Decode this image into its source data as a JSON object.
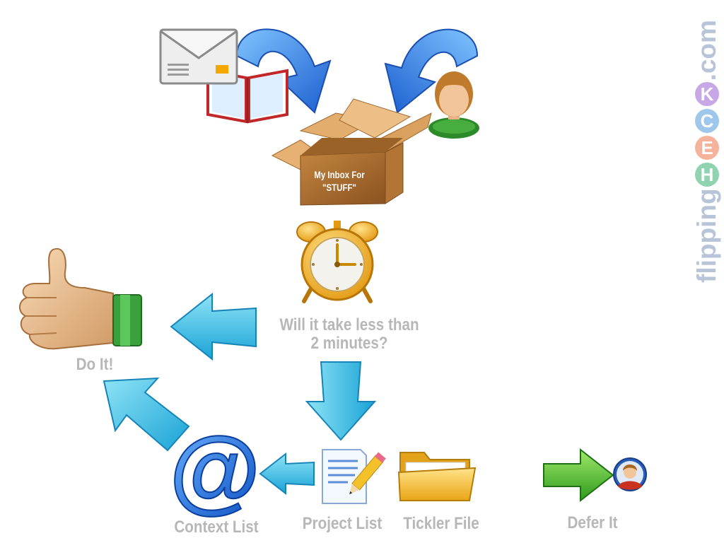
{
  "inbox": {
    "line1": "My Inbox For",
    "line2": "\"STUFF\""
  },
  "question": {
    "line1": "Will it take less than",
    "line2": "2 minutes?"
  },
  "labels": {
    "do_it": "Do It!",
    "context_list": "Context List",
    "project_list": "Project List",
    "tickler_file": "Tickler File",
    "defer_it": "Defer It"
  },
  "brand": {
    "prefix": "flipping",
    "letters": [
      {
        "char": "H",
        "color": "#8fd3b0"
      },
      {
        "char": "E",
        "color": "#f4b39a"
      },
      {
        "char": "C",
        "color": "#9fc7ec"
      },
      {
        "char": "K",
        "color": "#c7a7e6"
      }
    ],
    "suffix": ".com"
  },
  "icons": [
    "envelope-icon",
    "book-icon",
    "person-icon",
    "curved-arrow-icon",
    "box-icon",
    "alarm-clock-icon",
    "thumbs-up-icon",
    "at-sign-icon",
    "document-pencil-icon",
    "folder-icon",
    "green-arrow-icon",
    "avatar-icon"
  ],
  "colors": {
    "label_text": "#b7b7b7",
    "blue_arrow": "#2f7fe0",
    "cyan_arrow": "#43bfe3",
    "box": "#c98d4a",
    "green": "#43b02a"
  }
}
